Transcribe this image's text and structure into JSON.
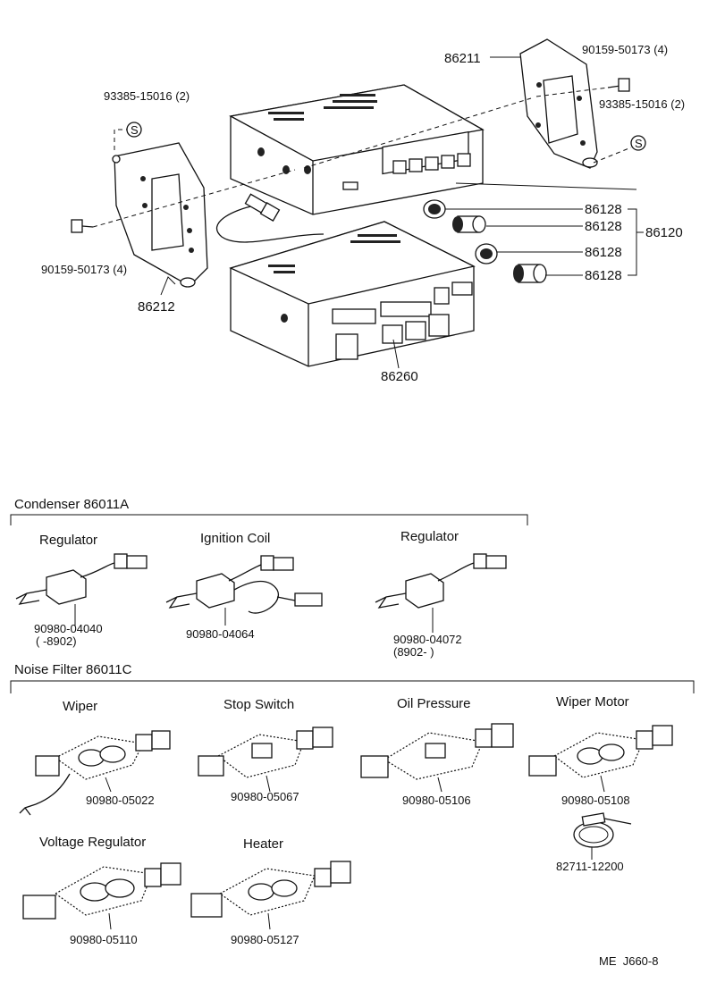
{
  "top": {
    "callouts": {
      "p86211": "86211",
      "p90159_r": "90159-50173 (4)",
      "p93385_r": "93385-15016 (2)",
      "p93385_l": "93385-15016 (2)",
      "p90159_l": "90159-50173 (4)",
      "p86212": "86212",
      "p86260": "86260",
      "p86128_a": "86128",
      "p86128_b": "86128",
      "p86128_c": "86128",
      "p86128_d": "86128",
      "p86120": "86120",
      "s_mark": "S"
    }
  },
  "condenser": {
    "title": "Condenser 86011A",
    "items": [
      {
        "label": "Regulator",
        "part": "90980-04040",
        "range": "(       -8902)"
      },
      {
        "label": "Ignition Coil",
        "part": "90980-04064",
        "range": ""
      },
      {
        "label": "Regulator",
        "part": "90980-04072",
        "range": "(8902-       )"
      }
    ]
  },
  "noise_filter": {
    "title": "Noise Filter 86011C",
    "items": [
      {
        "label": "Wiper",
        "part": "90980-05022"
      },
      {
        "label": "Stop Switch",
        "part": "90980-05067"
      },
      {
        "label": "Oil Pressure",
        "part": "90980-05106"
      },
      {
        "label": "Wiper Motor",
        "part": "90980-05108"
      },
      {
        "label": "Voltage Regulator",
        "part": "90980-05110"
      },
      {
        "label": "Heater",
        "part": "90980-05127"
      }
    ],
    "clamp_part": "82711-12200"
  },
  "footer": {
    "code": "ME  J660-8"
  }
}
